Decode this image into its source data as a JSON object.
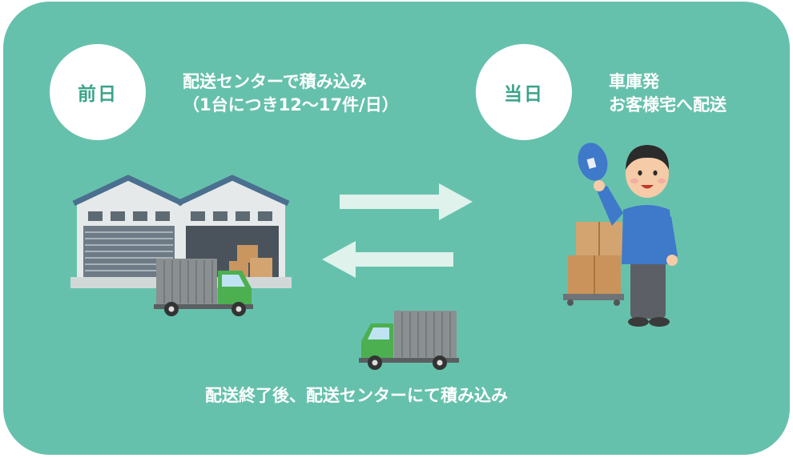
{
  "steps": {
    "prev_day": {
      "badge": "前日",
      "line1": "配送センターで積み込み",
      "line2": "（1台につき12〜17件/日）"
    },
    "same_day": {
      "badge": "当日",
      "line1": "車庫発",
      "line2": "お客様宅へ配送"
    }
  },
  "bottom_caption": "配送終了後、配送センターにて積み込み",
  "colors": {
    "panel": "#66c1ac",
    "badge_text": "#3aa38a",
    "arrow": "#dff2ec",
    "truck_cab": "#4caf50",
    "shirt": "#3f79c9"
  }
}
